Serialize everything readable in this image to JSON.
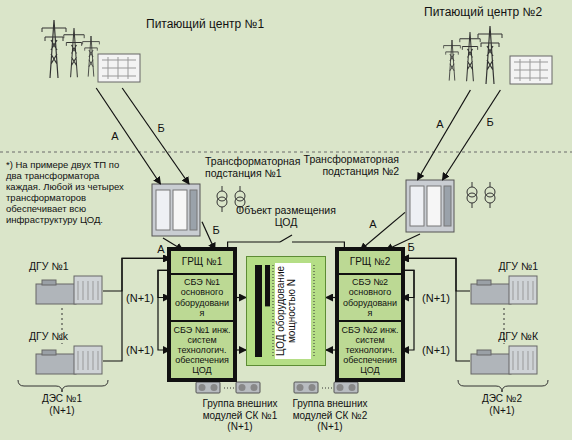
{
  "diagram": {
    "nodes": [
      {
        "text": [
          "Питающий центр №1"
        ]
      },
      {
        "text": [
          "Трансформаторная подстанция №1"
        ]
      },
      {
        "text": [
          "Питающий центр №2"
        ]
      },
      {
        "text": [
          "Трансформаторная подстанция №2"
        ]
      },
      {
        "text": [
          "ДГУ №1"
        ]
      },
      {
        "text": [
          "ДГУ №k"
        ]
      },
      {
        "text": [
          "ГРЩ №1"
        ]
      },
      {
        "text": [
          "СБЭ №1 основного оборудования"
        ]
      },
      {
        "text": [
          "СБЭ №1 инж. систем технологич. обеспечения ЦОД"
        ]
      },
      {
        "text": [
          "ЦОД оборудование мощностью N"
        ]
      },
      {
        "text": [
          "ГРЩ №2"
        ]
      },
      {
        "text": [
          "СБЭ №2 основного оборудования"
        ]
      },
      {
        "text": [
          "СБЭ №2 инж. систем технологич. обеспечения ЦОД"
        ]
      },
      {
        "text": [
          "ДГУ №1"
        ]
      },
      {
        "text": [
          "ДГУ №К"
        ]
      }
    ],
    "edges": [
      {
        "from": 0,
        "to": 1,
        "label": "А",
        "arrow": "to"
      },
      {
        "from": 0,
        "to": 1,
        "label": "Б",
        "arrow": "to"
      },
      {
        "from": 1,
        "to": 6,
        "label": "А",
        "arrow": "to"
      },
      {
        "from": 1,
        "to": 6,
        "label": "Б",
        "arrow": "to"
      },
      {
        "from": 2,
        "to": 3,
        "label": "А",
        "arrow": "to"
      },
      {
        "from": 2,
        "to": 3,
        "label": "Б",
        "arrow": "to"
      },
      {
        "from": 3,
        "to": 10,
        "label": "А",
        "arrow": "to"
      },
      {
        "from": 3,
        "to": 10,
        "label": "Б",
        "arrow": "to"
      },
      {
        "from": 4,
        "to": 6,
        "arrow": "to"
      },
      {
        "from": 5,
        "to": 6,
        "arrow": "to"
      },
      {
        "from": 6,
        "to": 7,
        "label": "(N+1)",
        "arrow": "to"
      },
      {
        "from": 6,
        "to": 8,
        "label": "(N+1)",
        "arrow": "to"
      },
      {
        "from": 7,
        "to": 9,
        "arrow": "to"
      },
      {
        "from": 8,
        "to": 9,
        "arrow": "to"
      },
      {
        "from": 13,
        "to": 10,
        "arrow": "to"
      },
      {
        "from": 14,
        "to": 10,
        "arrow": "to"
      },
      {
        "from": 10,
        "to": 11,
        "label": "(N+1)",
        "arrow": "to"
      },
      {
        "from": 10,
        "to": 12,
        "label": "(N+1)",
        "arrow": "to"
      },
      {
        "from": 11,
        "to": 9,
        "arrow": "to"
      },
      {
        "from": 12,
        "to": 9,
        "arrow": "to"
      },
      {
        "from": 6,
        "to": 10,
        "arrow": "none"
      }
    ],
    "labels": [
      "*) На примере двух ТП по два трансформатора каждая. Любой из четырех трансформаторов обеспечивает всю инфраструктуру ЦОД.",
      "Объект размещения ЦОД",
      "ДЭС №1 (N+1)",
      "Группа внешних модулей СК №1 (N+1)",
      "Группа внешних модулей СК №2 (N+1)",
      "ДЭС №2 (N+1)"
    ]
  }
}
